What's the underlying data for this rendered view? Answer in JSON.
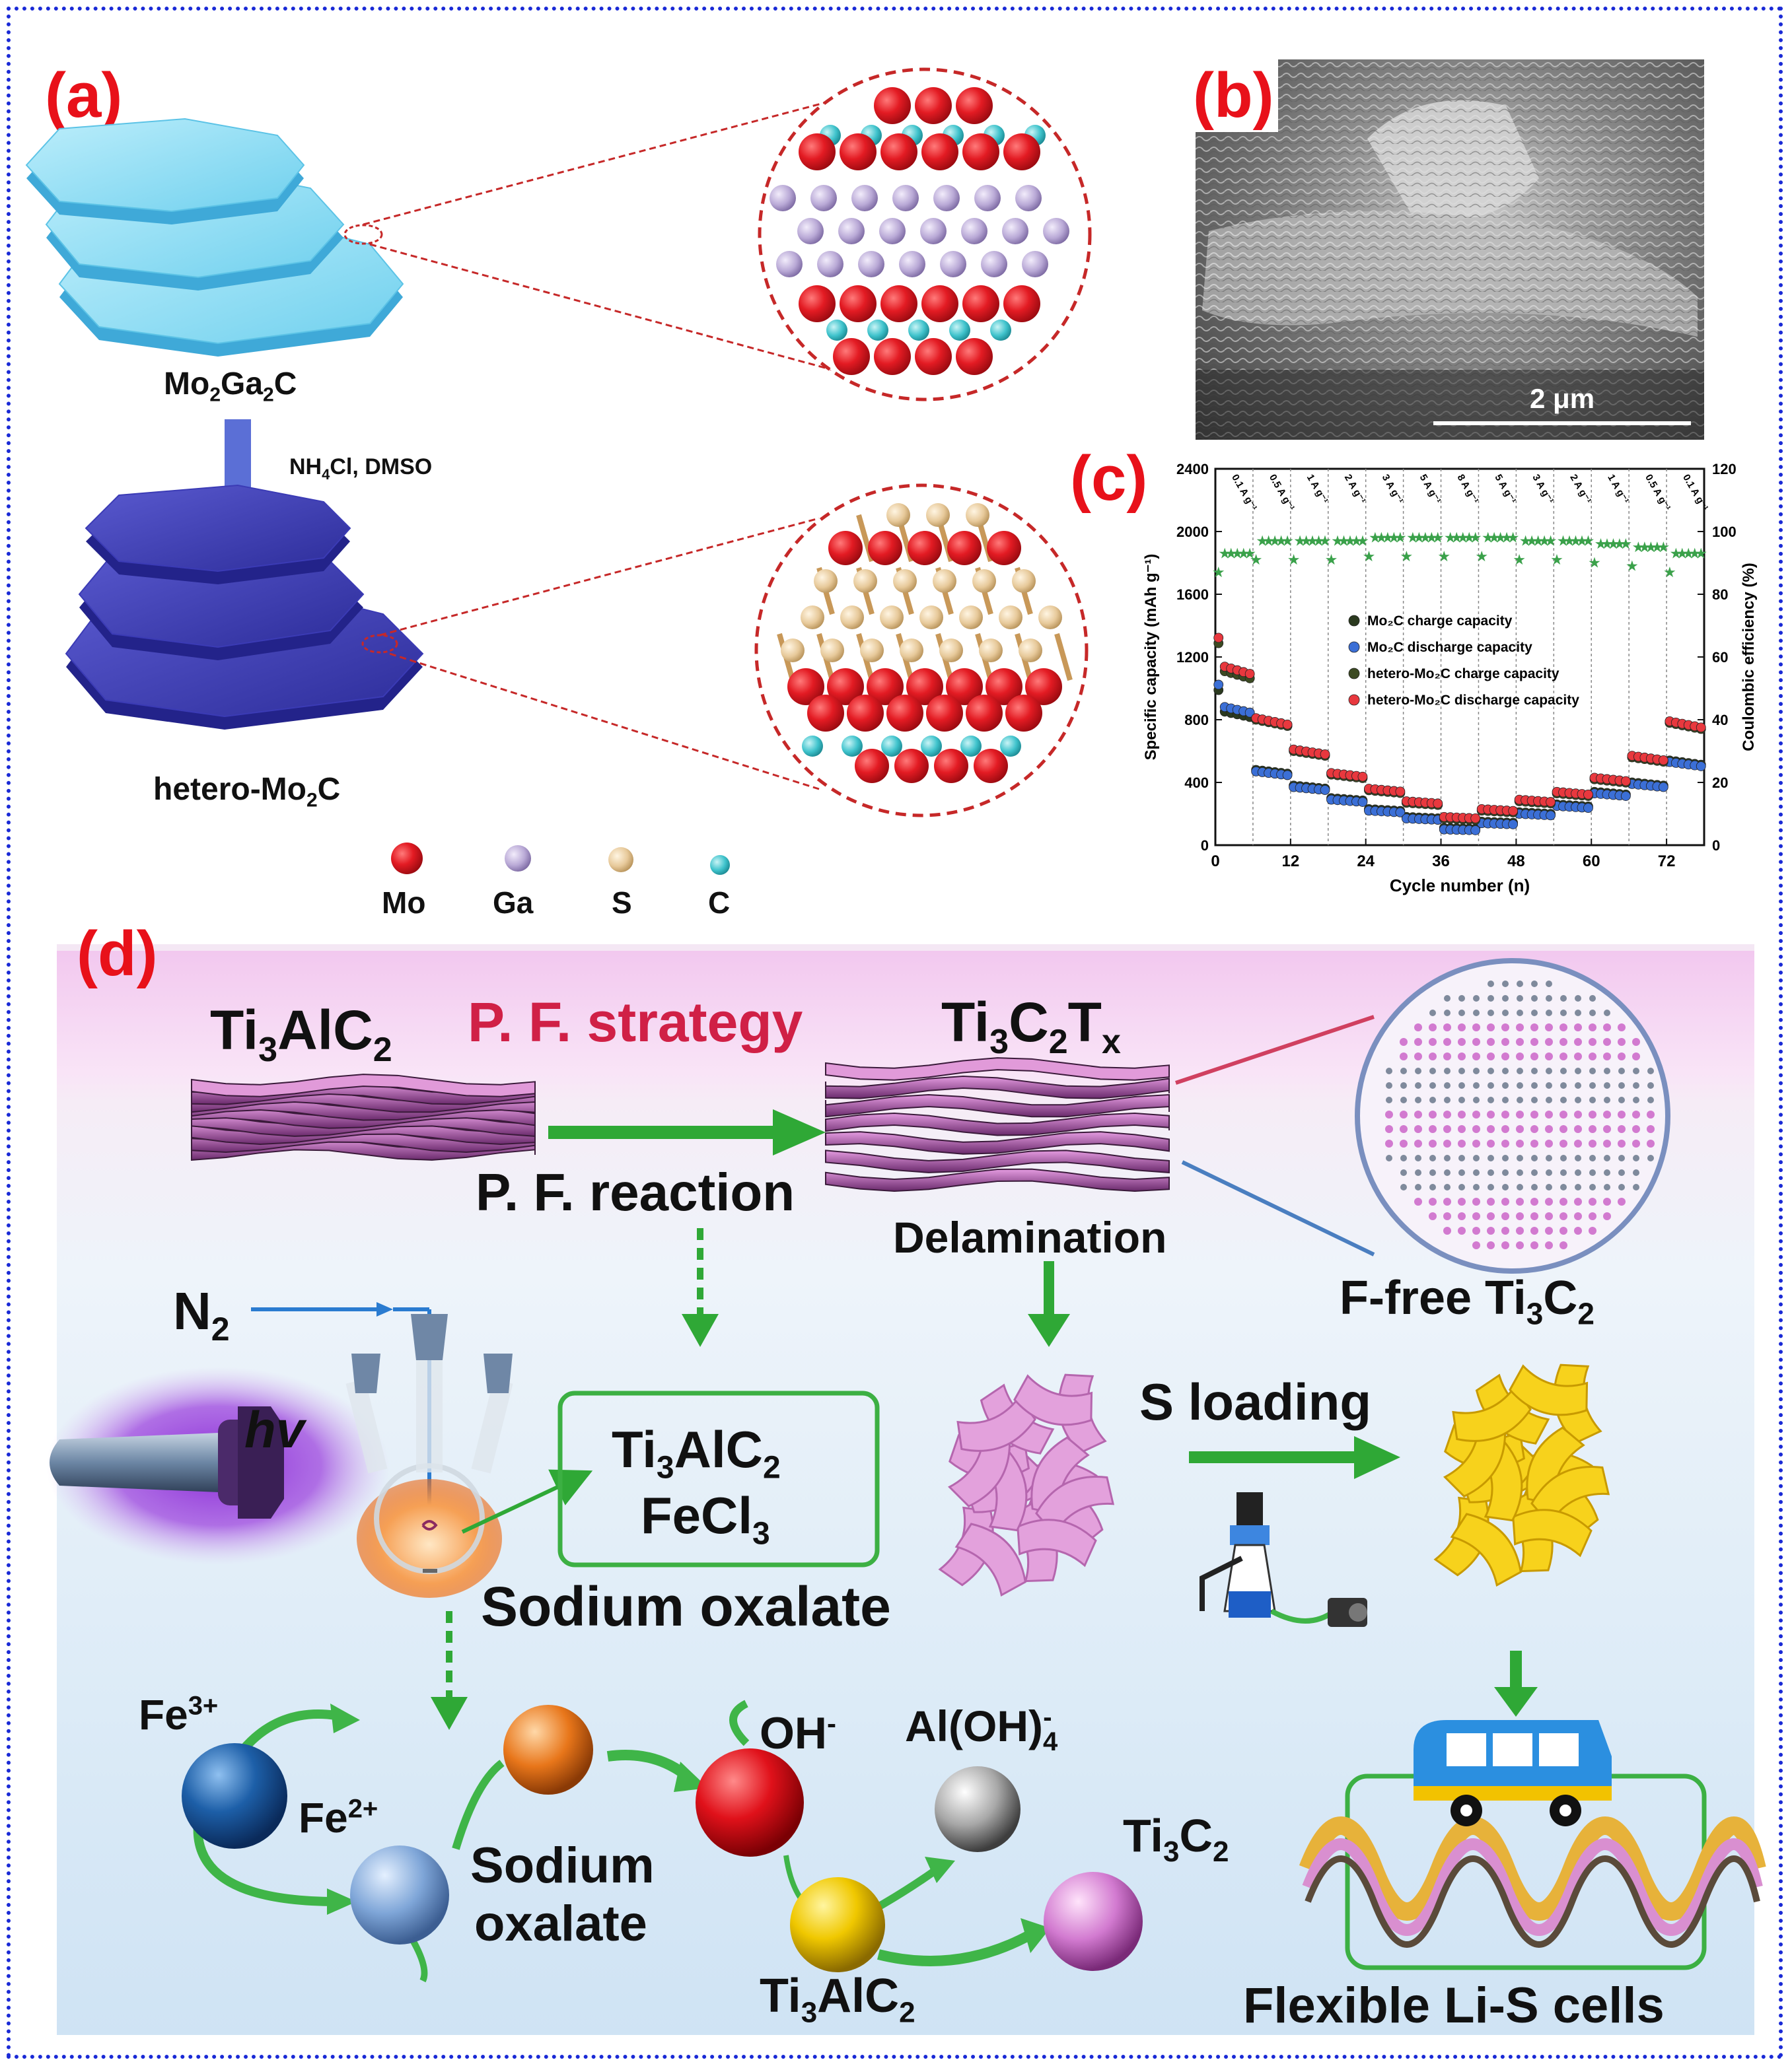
{
  "panels": {
    "a": "(a)",
    "b": "(b)",
    "c": "(c)",
    "d": "(d)"
  },
  "panel_a": {
    "top_material": {
      "base": "Mo",
      "s1": "2",
      "mid": "Ga",
      "s2": "2",
      "end": "C"
    },
    "reagent": {
      "base": "NH",
      "s1": "4",
      "end": "Cl, DMSO"
    },
    "bottom_material": {
      "base": "hetero-Mo",
      "s1": "2",
      "end": "C"
    },
    "legend": [
      "Mo",
      "Ga",
      "S",
      "C"
    ],
    "legend_colors": [
      "#e31b23",
      "#b9a9d6",
      "#e7c99a",
      "#3fc3cc"
    ]
  },
  "panel_b": {
    "scale_bar": "2 μm"
  },
  "chart_data": {
    "type": "scatter",
    "xlabel": "Cycle number (n)",
    "ylabel_left": "Specific capacity (mAh g⁻¹)",
    "ylabel_right": "Coulombic efficiency (%)",
    "xlim": [
      0,
      78
    ],
    "ylim_left": [
      0,
      2400
    ],
    "ylim_right": [
      0,
      120
    ],
    "xticks": [
      0,
      12,
      24,
      36,
      48,
      60,
      72
    ],
    "yticks_left": [
      0,
      400,
      800,
      1200,
      1600,
      2000,
      2400
    ],
    "yticks_right": [
      0,
      20,
      40,
      60,
      80,
      100,
      120
    ],
    "rate_labels": [
      "0.1 A g⁻¹",
      "0.5 A g⁻¹",
      "1 A g⁻¹",
      "2 A g⁻¹",
      "3 A g⁻¹",
      "5 A g⁻¹",
      "8 A g⁻¹",
      "5 A g⁻¹",
      "3 A g⁻¹",
      "2 A g⁻¹",
      "1 A g⁻¹",
      "0.5 A g⁻¹",
      "0.1 A g⁻¹"
    ],
    "rate_boundaries": [
      6,
      12,
      18,
      24,
      30,
      36,
      42,
      48,
      54,
      60,
      66,
      72
    ],
    "series": [
      {
        "name": "Mo₂C charge capacity",
        "color": "#2b3a1f",
        "step_values": [
          860,
          480,
          380,
          300,
          230,
          180,
          110,
          150,
          210,
          260,
          340,
          400,
          540
        ]
      },
      {
        "name": "Mo₂C discharge capacity",
        "color": "#3b6fd6",
        "step_values": [
          890,
          470,
          370,
          290,
          220,
          170,
          100,
          140,
          200,
          250,
          330,
          390,
          530
        ]
      },
      {
        "name": "hetero-Mo₂C charge capacity",
        "color": "#3c4a22",
        "step_values": [
          1120,
          800,
          600,
          450,
          350,
          270,
          170,
          220,
          280,
          330,
          420,
          560,
          780
        ]
      },
      {
        "name": "hetero-Mo₂C discharge capacity",
        "color": "#e8383e",
        "step_values": [
          1150,
          810,
          610,
          460,
          360,
          280,
          180,
          230,
          290,
          340,
          430,
          570,
          790
        ]
      }
    ],
    "efficiency": {
      "name": "Coulombic efficiency",
      "color": "#3aa14a",
      "marker": "star",
      "step_values": [
        93,
        97,
        97,
        97,
        98,
        98,
        98,
        98,
        97,
        97,
        96,
        95,
        93
      ]
    }
  },
  "panel_d": {
    "ti3alc2": {
      "a": "Ti",
      "s1": "3",
      "b": "AlC",
      "s2": "2"
    },
    "pf_strategy": "P. F. strategy",
    "ti3c2tx": {
      "a": "Ti",
      "s1": "3",
      "b": "C",
      "s2": "2",
      "c": "T",
      "s3": "x"
    },
    "pf_reaction": "P. F. reaction",
    "delamination": "Delamination",
    "ffree": {
      "a": "F-free Ti",
      "s1": "3",
      "b": "C",
      "s2": "2"
    },
    "n2": {
      "a": "N",
      "s1": "2"
    },
    "hv": "hv",
    "box_line1": {
      "a": "Ti",
      "s1": "3",
      "b": "AlC",
      "s2": "2"
    },
    "box_line2": {
      "a": "FeCl",
      "s1": "3"
    },
    "sodium_oxalate": "Sodium oxalate",
    "s_loading": "S loading",
    "fe3": {
      "a": "Fe",
      "sup": "3+"
    },
    "fe2": {
      "a": "Fe",
      "sup": "2+"
    },
    "oh": {
      "a": "OH",
      "sup": "-"
    },
    "aloh4": {
      "a": "Al(OH)",
      "s1": "4",
      "sup": "-"
    },
    "ti3c2_sphere": {
      "a": "Ti",
      "s1": "3",
      "b": "C",
      "s2": "2"
    },
    "sodium": "Sodium",
    "oxalate": "oxalate",
    "ti3alc2_sphere": {
      "a": "Ti",
      "s1": "3",
      "b": "AlC",
      "s2": "2"
    },
    "flexible": "Flexible Li-S cells"
  }
}
